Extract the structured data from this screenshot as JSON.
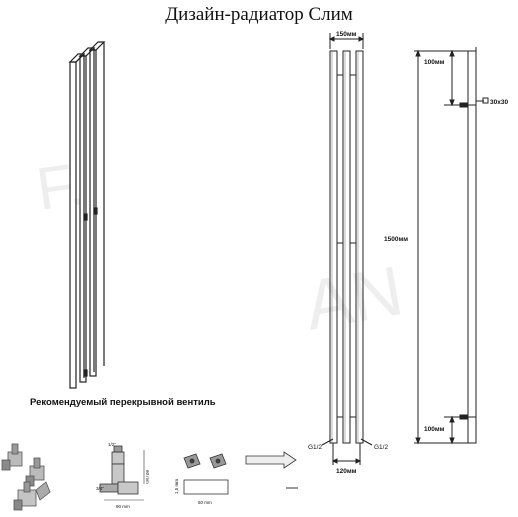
{
  "title": "Дизайн-радиатор Слим",
  "valve_caption": "Рекомендуемый перекрывной вентиль",
  "dimensions": {
    "total_width": "150мм",
    "top_offset": "100мм",
    "profile": "30x30",
    "height": "1500мм",
    "bottom_offset": "100мм",
    "connection_left": "G1/2",
    "connection_right": "G1/2",
    "connection_spacing": "120мм"
  },
  "valve_drawing": {
    "thread_top": "1/2\"",
    "thread_side": "3/4\"",
    "height": "60 mm",
    "width": "90 mm"
  },
  "bracket_drawing": {
    "height": "1,5 mm",
    "width": "60 mm"
  },
  "colors": {
    "line": "#222222",
    "watermark": "#e6e6e6",
    "valve_metal": "#9a9a9a"
  }
}
